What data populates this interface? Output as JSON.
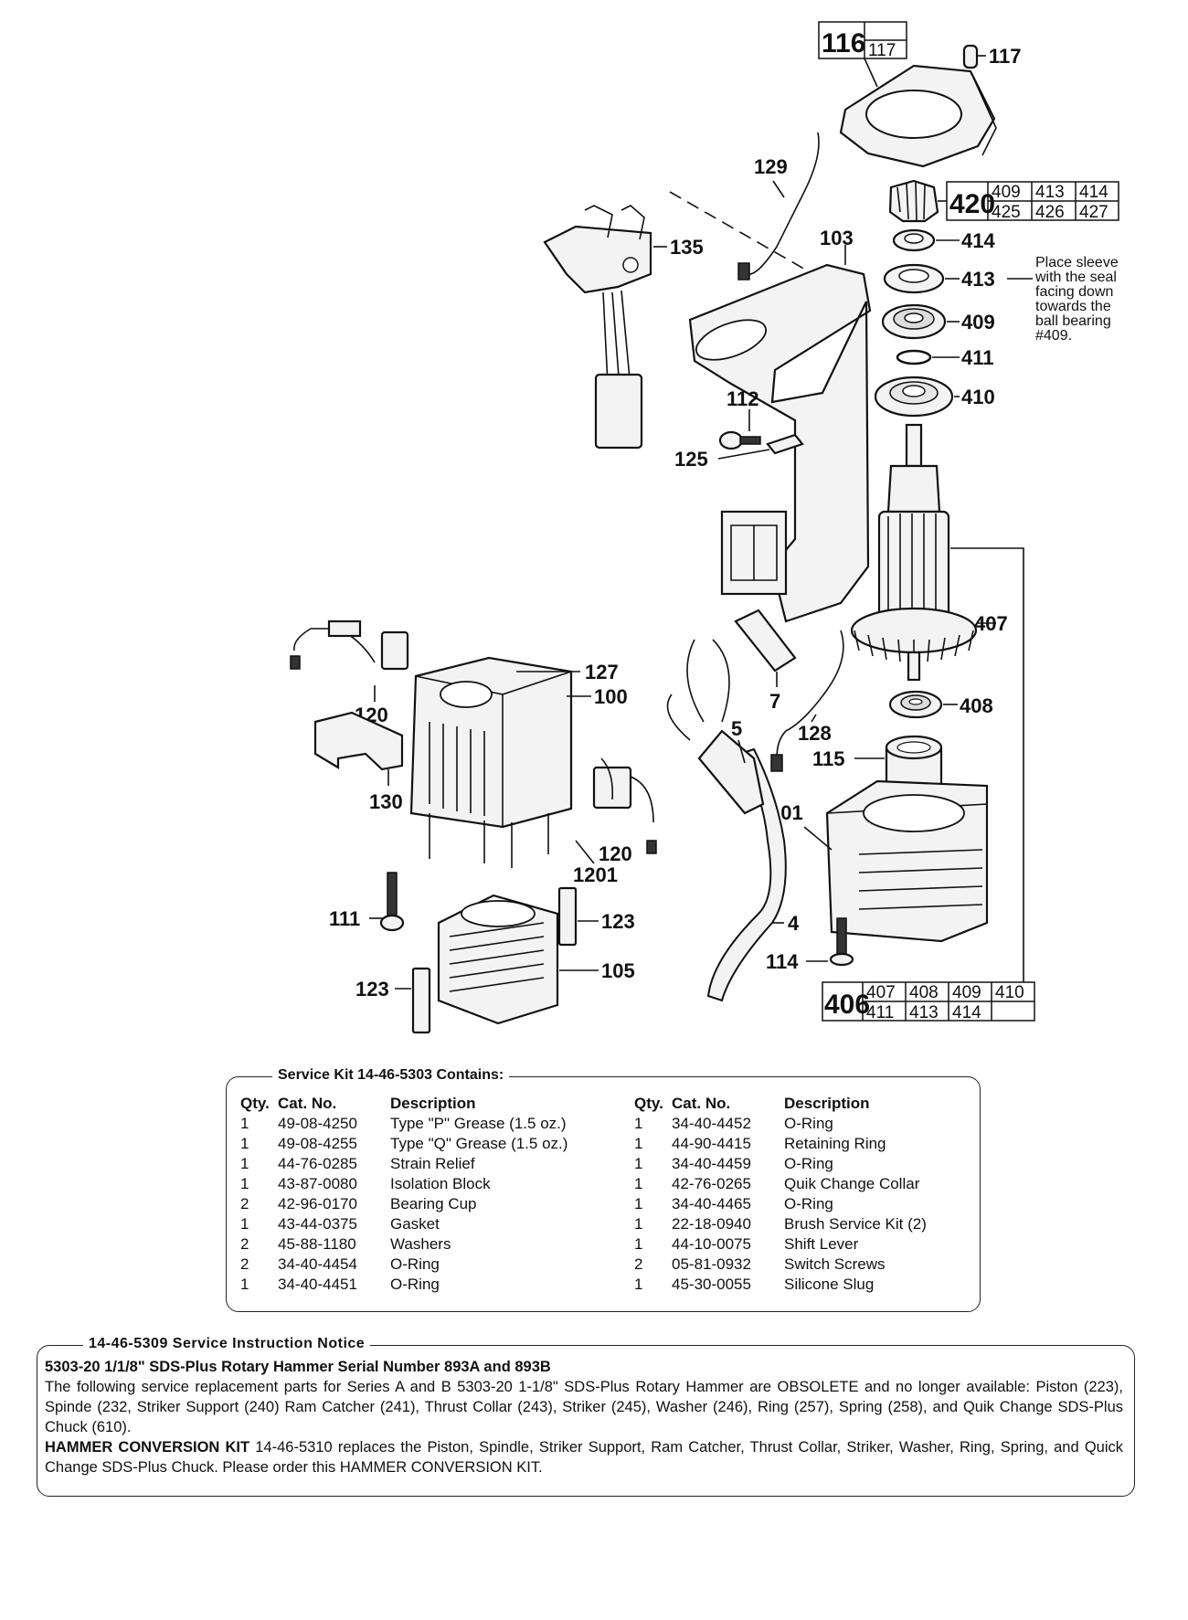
{
  "diagram": {
    "labels": {
      "p116": "116",
      "p117box": "117",
      "p117": "117",
      "p420": "420",
      "p420_subs": [
        "409",
        "413",
        "414",
        "425",
        "426",
        "427"
      ],
      "p129": "129",
      "p135": "135",
      "p103": "103",
      "p414": "414",
      "p413": "413",
      "p409": "409",
      "p411": "411",
      "p410": "410",
      "p112": "112",
      "p125": "125",
      "p407": "407",
      "p127": "127",
      "p100": "100",
      "p120a": "120",
      "p7": "7",
      "p5": "5",
      "p128": "128",
      "p408": "408",
      "p130": "130",
      "p115": "115",
      "p101": "101",
      "p120b": "120",
      "p1201": "1201",
      "p111": "111",
      "p123a": "123",
      "p4": "4",
      "p105": "105",
      "p123b": "123",
      "p114": "114",
      "p406": "406",
      "p406_subs": [
        "407",
        "408",
        "409",
        "410",
        "411",
        "413",
        "414",
        ""
      ]
    },
    "note_413": [
      "Place sleeve",
      "with the seal",
      "facing down",
      "towards the",
      "ball bearing",
      "#409."
    ]
  },
  "service_kit": {
    "title": "Service Kit 14-46-5303 Contains:",
    "headers": {
      "qty": "Qty.",
      "cat": "Cat. No.",
      "desc": "Description"
    },
    "left": [
      {
        "qty": "1",
        "cat": "49-08-4250",
        "desc": "Type \"P\" Grease (1.5 oz.)"
      },
      {
        "qty": "1",
        "cat": "49-08-4255",
        "desc": "Type \"Q\" Grease (1.5 oz.)"
      },
      {
        "qty": "1",
        "cat": "44-76-0285",
        "desc": "Strain Relief"
      },
      {
        "qty": "1",
        "cat": "43-87-0080",
        "desc": "Isolation Block"
      },
      {
        "qty": "2",
        "cat": "42-96-0170",
        "desc": "Bearing Cup"
      },
      {
        "qty": "1",
        "cat": "43-44-0375",
        "desc": "Gasket"
      },
      {
        "qty": "2",
        "cat": "45-88-1180",
        "desc": "Washers"
      },
      {
        "qty": "2",
        "cat": "34-40-4454",
        "desc": "O-Ring"
      },
      {
        "qty": "1",
        "cat": "34-40-4451",
        "desc": "O-Ring"
      }
    ],
    "right": [
      {
        "qty": "1",
        "cat": "34-40-4452",
        "desc": "O-Ring"
      },
      {
        "qty": "1",
        "cat": "44-90-4415",
        "desc": "Retaining Ring"
      },
      {
        "qty": "1",
        "cat": "34-40-4459",
        "desc": "O-Ring"
      },
      {
        "qty": "1",
        "cat": "42-76-0265",
        "desc": "Quik Change Collar"
      },
      {
        "qty": "1",
        "cat": "34-40-4465",
        "desc": "O-Ring"
      },
      {
        "qty": "1",
        "cat": "22-18-0940",
        "desc": "Brush Service Kit (2)"
      },
      {
        "qty": "1",
        "cat": "44-10-0075",
        "desc": "Shift Lever"
      },
      {
        "qty": "2",
        "cat": "05-81-0932",
        "desc": "Switch Screws"
      },
      {
        "qty": "1",
        "cat": "45-30-0055",
        "desc": "Silicone Slug"
      }
    ]
  },
  "notice": {
    "title": "14-46-5309 Service Instruction Notice",
    "heading": "5303-20 1/1/8\" SDS-Plus Rotary Hammer Serial Number 893A and 893B",
    "para1": "The following service replacement parts for Series A and B 5303-20 1-1/8\" SDS-Plus Rotary Hammer are OBSOLETE and no longer available: Piston (223), Spinde (232, Striker Support (240) Ram Catcher (241), Thrust Collar (243), Striker (245), Washer (246), Ring (257), Spring (258), and Quik Change SDS-Plus Chuck (610).",
    "kit_name": "HAMMER CONVERSION KIT",
    "para2": " 14-46-5310 replaces the Piston, Spindle, Striker Support, Ram Catcher, Thrust Collar, Striker, Washer, Ring, Spring, and Quick Change SDS-Plus Chuck. Please order this HAMMER CONVERSION KIT."
  }
}
